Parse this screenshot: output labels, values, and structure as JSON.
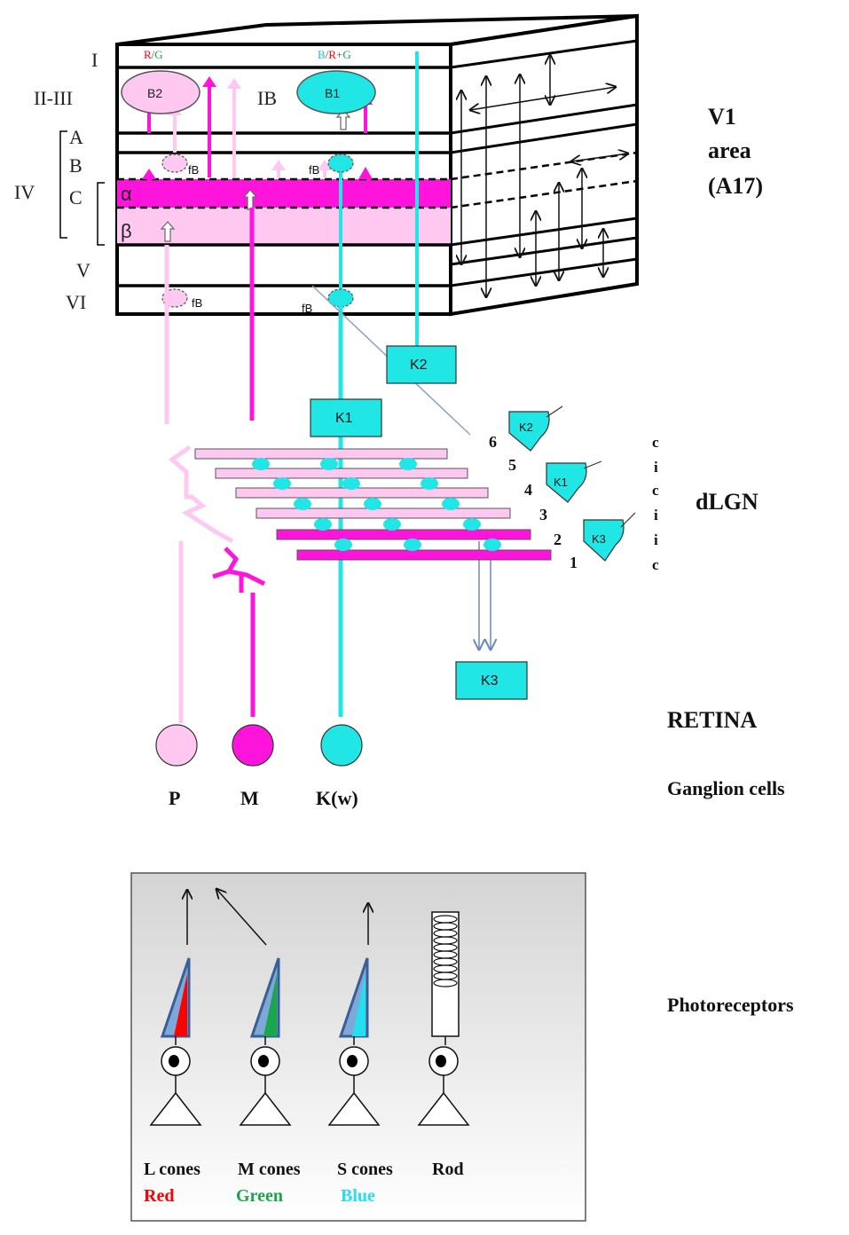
{
  "colors": {
    "parvo": "#ffc8f0",
    "magno": "#ff14dc",
    "konio": "#20e6e6",
    "red": "#ff0000",
    "green": "#1aa64a",
    "blue": "#22e0f0"
  },
  "v1": {
    "title_line1": "V1",
    "title_line2": "area",
    "title_line3": "(A17)",
    "layers": {
      "l1": "I",
      "l23": "II-III",
      "a": "A",
      "b": "B",
      "iv": "IV",
      "c": "C",
      "v": "V",
      "vi": "VI",
      "alpha": "α",
      "beta": "β",
      "ib": "IB"
    },
    "top_labels": {
      "rg_r": "R",
      "rg_sep": "/",
      "rg_g": "G",
      "b_b": "B",
      "b_sep": "/",
      "b_r": "R",
      "b_plus": "+",
      "b_g": "G"
    },
    "blobs": {
      "b2": "B2",
      "b1": "B1",
      "fb": "fB"
    }
  },
  "boxes": {
    "k1": "K1",
    "k2": "K2",
    "k3": "K3"
  },
  "dlgn": {
    "title": "dLGN",
    "layer_numbers": [
      "6",
      "5",
      "4",
      "3",
      "2",
      "1"
    ],
    "side_letters": [
      "c",
      "i",
      "c",
      "i",
      "i",
      "c"
    ],
    "cells": {
      "k2": "K2",
      "k1": "K1",
      "k3": "K3"
    }
  },
  "retina": {
    "title": "RETINA",
    "subtitle": "Ganglion cells",
    "cells": {
      "p": "P",
      "m": "M",
      "k": "K(w)"
    }
  },
  "photoreceptors": {
    "title": "Photoreceptors",
    "types": [
      {
        "name": "L cones",
        "color_label": "Red"
      },
      {
        "name": "M cones",
        "color_label": "Green"
      },
      {
        "name": "S cones",
        "color_label": "Blue"
      },
      {
        "name": "Rod",
        "color_label": ""
      }
    ]
  }
}
